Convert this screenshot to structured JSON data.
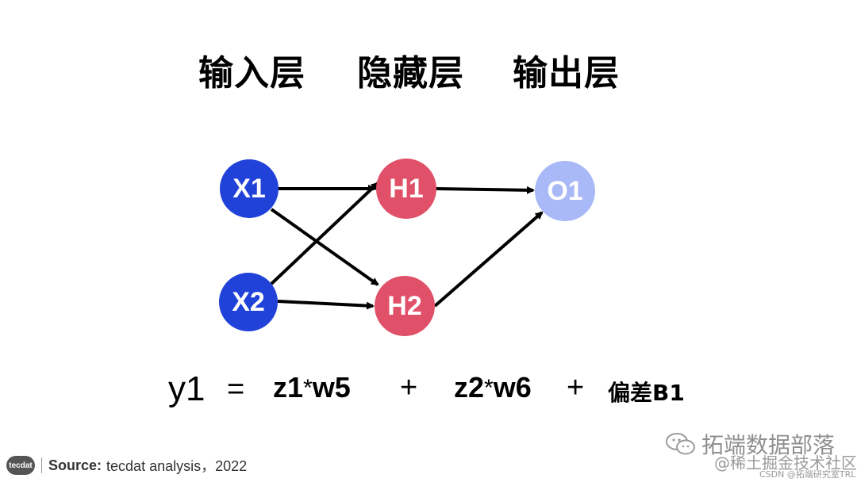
{
  "layers": {
    "input": "输入层",
    "hidden": "隐藏层",
    "output": "输出层"
  },
  "nodes": {
    "x1": "X1",
    "x2": "X2",
    "h1": "H1",
    "h2": "H2",
    "o1": "O1"
  },
  "colors": {
    "input": "#2142d9",
    "hidden": "#e05068",
    "output": "#a9b8f7",
    "arrow": "#000000"
  },
  "formula": {
    "lhs": "y1",
    "equals": "=",
    "term1_a": "z1",
    "star": "*",
    "term1_b": "w5",
    "plus": "+",
    "term2_a": "z2",
    "term2_b": "w6",
    "bias": "偏差B1"
  },
  "footer": {
    "logo": "tecdat",
    "source_label": "Source:",
    "source_text": "tecdat analysis，2022"
  },
  "watermarks": {
    "wechat": "拓端数据部落",
    "juejin": "@稀土掘金技术社区",
    "csdn": "CSDN @拓端研究室TRL",
    "wechat_icon": "wechat-icon"
  }
}
